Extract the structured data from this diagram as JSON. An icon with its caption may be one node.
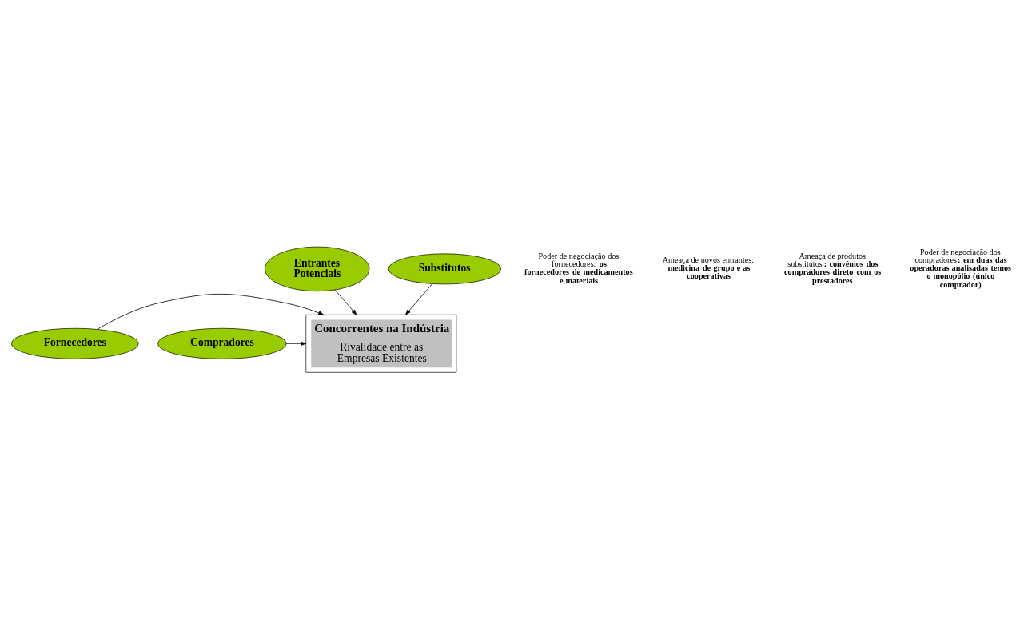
{
  "diagram": {
    "nodes": [
      {
        "text": [
          "Entrantes Potenciais"
        ]
      },
      {
        "text": [
          "Concorrentes na Indústria",
          "Rivalidade entre as Empresas Existentes"
        ]
      },
      {
        "text": [
          "Fornecedores"
        ]
      },
      {
        "text": [
          "Compradores"
        ]
      },
      {
        "text": [
          "Substitutos"
        ]
      }
    ],
    "edges": [
      {
        "from": 0,
        "to": 1,
        "arrow": "to"
      },
      {
        "from": 2,
        "to": 1,
        "arrow": "to"
      },
      {
        "from": 3,
        "to": 1,
        "arrow": "to"
      },
      {
        "from": 4,
        "to": 1,
        "arrow": "to"
      }
    ],
    "labels": [
      "Poder de negociação dos fornecedores: **os fornecedores de medicamentos e materiais**",
      "Ameaça de novos entrantes: **medicina de grupo e as cooperativas**",
      "Ameaça de produtos substitutos**: convênios dos compradores direto com os prestadores**",
      "Poder de negociação dos compradores**: em duas das operadoras analisadas temos o monopólio (único comprador)**"
    ]
  }
}
